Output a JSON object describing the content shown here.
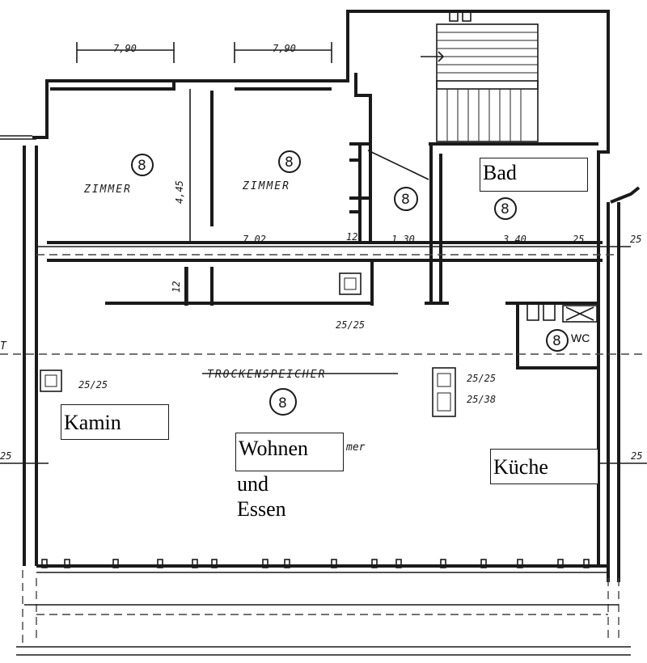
{
  "plan": {
    "dimensions": {
      "top_left_width": "7,90",
      "top_mid_width": "7,90",
      "room_height": "4,45",
      "long_span": "7,02",
      "wall_12a": "12",
      "stair_span": "1,30",
      "bad_span": "3,40",
      "right_25": "25",
      "edge_25_right": "25",
      "corridor_12": "12",
      "edge_25_left": "25",
      "edge_25_right_lower": "25"
    },
    "chimneys": {
      "center": "25/25",
      "left": "25/25",
      "right_a": "25/25",
      "right_b": "25/38"
    },
    "room_tags": {
      "zimmer_left": "ZIMMER",
      "zimmer_right": "ZIMMER",
      "trockenspeicher": "TROCKENSPEICHER",
      "wc": "WC",
      "mer_fragment": "mer"
    },
    "circle_numbers": {
      "zimmer_left": "8",
      "zimmer_right": "8",
      "stair": "8",
      "bad": "8",
      "wc": "8",
      "speicher": "8"
    },
    "left_margin_mark": "T",
    "labels": {
      "bad": "Bad",
      "kamin": "Kamin",
      "wohnen_line1": "Wohnen",
      "wohnen_line2": "und",
      "wohnen_line3": "Essen",
      "kueche": "Küche"
    }
  }
}
